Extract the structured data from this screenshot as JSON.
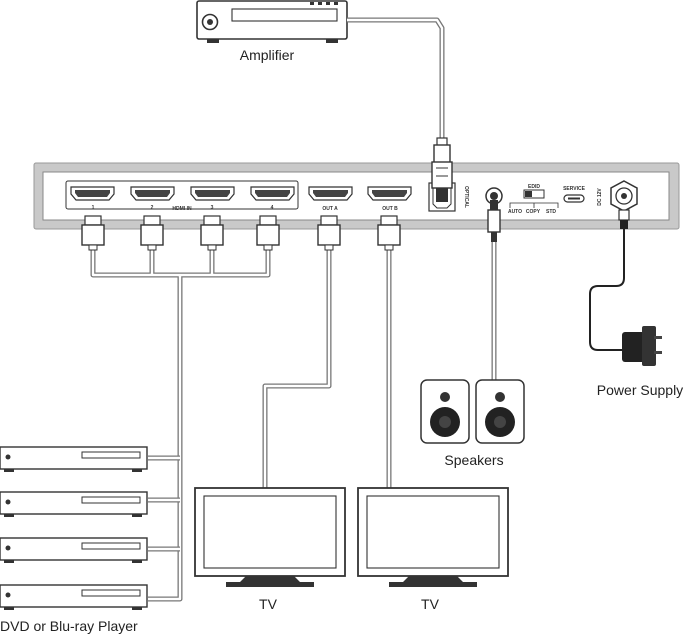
{
  "labels": {
    "amplifier": "Amplifier",
    "power_supply": "Power Supply",
    "speakers": "Speakers",
    "tv_a": "TV",
    "tv_b": "TV",
    "source": "DVD or Blu-ray Player"
  },
  "device_panel": {
    "input_numbers": [
      "1",
      "2",
      "3",
      "4"
    ],
    "hdmi_in": "HDMI IN",
    "out_a": "OUT A",
    "out_b": "OUT B",
    "optical": "OPTICAL",
    "edid": "EDID",
    "edid_modes": [
      "AUTO",
      "COPY",
      "STD"
    ],
    "service": "SERVICE",
    "dc": "DC 12V"
  }
}
